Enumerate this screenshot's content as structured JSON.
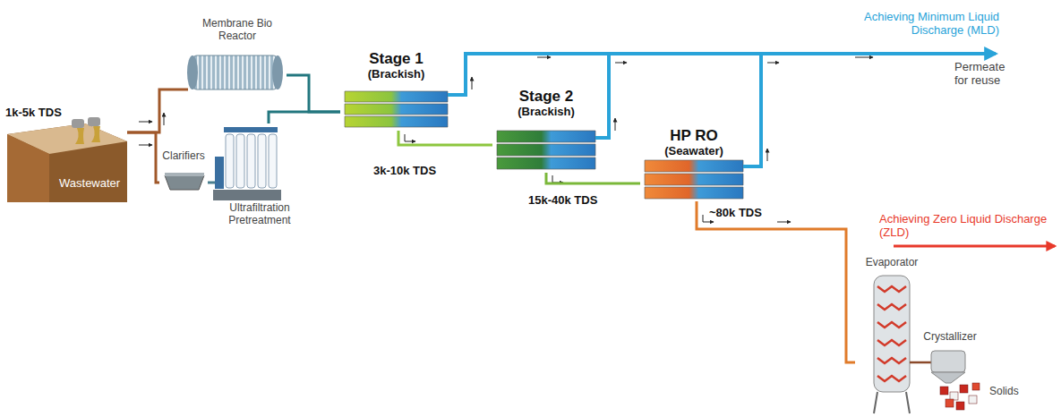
{
  "diagram": {
    "nodes": [
      {
        "text": [
          "Wastewater"
        ]
      },
      {
        "text": [
          "Membrane Bio Reactor"
        ]
      },
      {
        "text": [
          "Clarifiers"
        ]
      },
      {
        "text": [
          "Ultrafiltration Pretreatment"
        ]
      },
      {
        "text": [
          "Stage 1",
          "(Brackish)"
        ]
      },
      {
        "text": [
          "Stage 2",
          "(Brackish)"
        ]
      },
      {
        "text": [
          "HP RO",
          "(Seawater)"
        ]
      },
      {
        "text": [
          "Evaporator"
        ]
      },
      {
        "text": [
          "Crystallizer"
        ]
      },
      {
        "text": [
          "Solids"
        ]
      }
    ],
    "edges": [
      {
        "from": 0,
        "to": 1,
        "arrow": "none"
      },
      {
        "from": 0,
        "to": 2,
        "arrow": "none"
      },
      {
        "from": 2,
        "to": 3,
        "arrow": "none"
      },
      {
        "from": 1,
        "to": 4,
        "arrow": "none"
      },
      {
        "from": 3,
        "to": 4,
        "arrow": "none"
      },
      {
        "from": 4,
        "to": 5,
        "arrow": "none"
      },
      {
        "from": 5,
        "to": 6,
        "arrow": "none"
      },
      {
        "from": 6,
        "to": 7,
        "arrow": "none"
      }
    ],
    "labels": [
      "1k-5k TDS",
      "3k-10k TDS",
      "15k-40k TDS",
      "~80k TDS",
      "Achieving Minimum Liquid Discharge (MLD)",
      "Permeate for reuse",
      "Achieving Zero Liquid Discharge (ZLD)"
    ]
  }
}
